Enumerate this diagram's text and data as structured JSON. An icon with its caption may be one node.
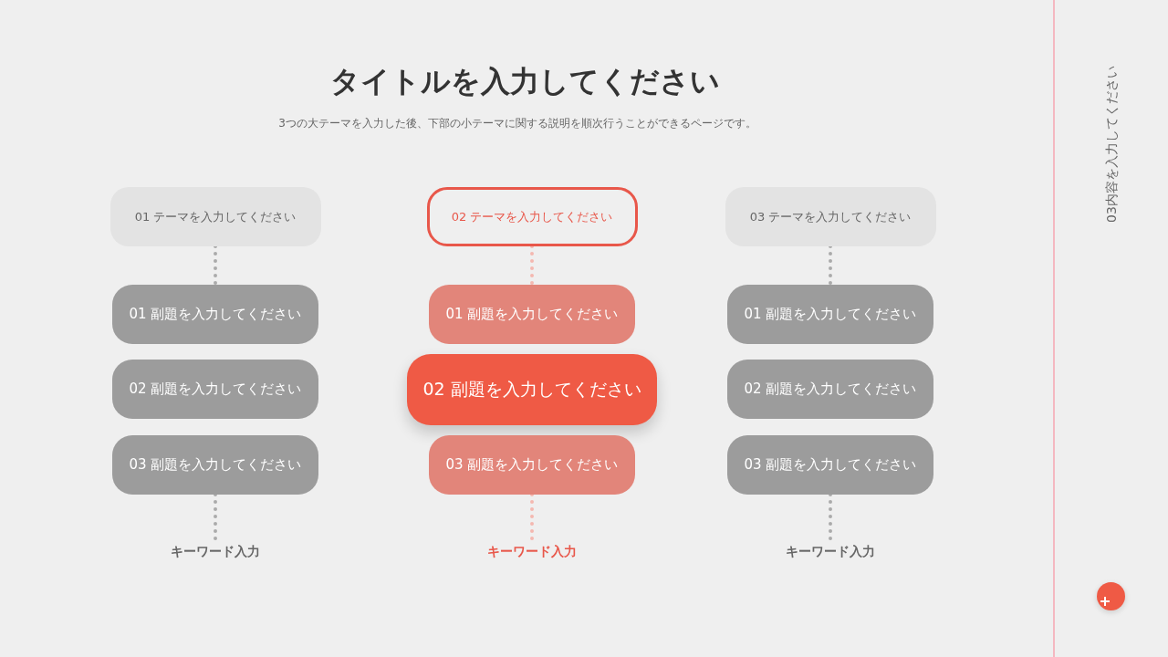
{
  "diagram": {
    "title": "タイトルを入力してください",
    "nodes": [
      {
        "text": [
          "01 テーマを入力してください"
        ]
      },
      {
        "text": [
          "01 副題を入力してください"
        ]
      },
      {
        "text": [
          "02 副題を入力してください"
        ]
      },
      {
        "text": [
          "03 副題を入力してください"
        ]
      },
      {
        "text": [
          "キーワード入力"
        ]
      },
      {
        "text": [
          "02 テーマを入力してください"
        ]
      },
      {
        "text": [
          "01 副題を入力してください"
        ]
      },
      {
        "text": [
          "02 副題を入力してください"
        ]
      },
      {
        "text": [
          "03 副題を入力してください"
        ]
      },
      {
        "text": [
          "キーワード入力"
        ]
      },
      {
        "text": [
          "03 テーマを入力してください"
        ]
      },
      {
        "text": [
          "01 副題を入力してください"
        ]
      },
      {
        "text": [
          "02 副題を入力してください"
        ]
      },
      {
        "text": [
          "03 副題を入力してください"
        ]
      },
      {
        "text": [
          "キーワード入力"
        ]
      }
    ],
    "edges": [
      {
        "from": 0,
        "to": 1,
        "arrow": "none",
        "style": "dashed"
      },
      {
        "from": 3,
        "to": 4,
        "arrow": "none",
        "style": "dashed"
      },
      {
        "from": 5,
        "to": 6,
        "arrow": "none",
        "style": "dashed",
        "color": "#f4b8b0"
      },
      {
        "from": 8,
        "to": 9,
        "arrow": "none",
        "style": "dashed",
        "color": "#f4b8b0"
      },
      {
        "from": 10,
        "to": 11,
        "arrow": "none",
        "style": "dashed"
      },
      {
        "from": 13,
        "to": 14,
        "arrow": "none",
        "style": "dashed"
      }
    ],
    "labels": [
      "3つの大テーマを入力した後、下部の小テーマに関する説明を順次行うことができるページです。",
      "03内容を入力してください"
    ]
  }
}
